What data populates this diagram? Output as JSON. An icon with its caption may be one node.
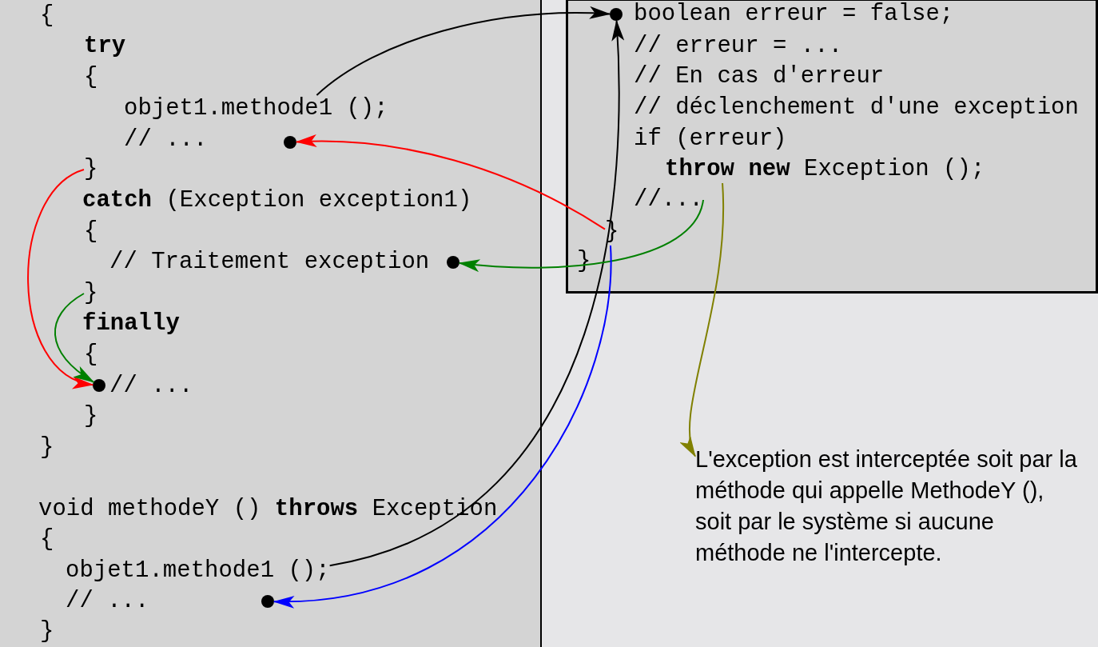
{
  "diagram": {
    "nodes": [
      {
        "text": [
          "objet1.methode1 ();"
        ]
      },
      {
        "text": [],
        "shape": "circle"
      },
      {
        "text": [
          "}"
        ]
      },
      {
        "text": [],
        "shape": "circle",
        "beside": [
          "// Traitement exception"
        ]
      },
      {
        "text": [
          "}"
        ]
      },
      {
        "text": [],
        "shape": "circle",
        "beside": [
          "// ..."
        ]
      },
      {
        "text": [
          "objet1.methode1 ();"
        ]
      },
      {
        "text": [],
        "shape": "circle"
      },
      {
        "text": [],
        "shape": "box"
      },
      {
        "text": [],
        "shape": "circle",
        "in": 8,
        "beside": [
          "boolean erreur = false;"
        ]
      },
      {
        "text": [
          "}"
        ],
        "in": 8
      },
      {
        "text": [
          "**throw new** Exception ();"
        ],
        "in": 8
      },
      {
        "text": [
          "//..."
        ],
        "in": 8
      },
      {
        "text": [
          "L'exception est interceptée soit par la méthode qui appelle MethodeY (), soit par le système si aucune méthode ne l'intercepte."
        ]
      }
    ],
    "edges": [
      {
        "from": 0,
        "to": 9,
        "arrow": "to"
      },
      {
        "from": 6,
        "to": 9,
        "arrow": "to"
      },
      {
        "from": 10,
        "to": 1,
        "arrow": "to",
        "color": "#ff0000"
      },
      {
        "from": 2,
        "to": 5,
        "arrow": "to",
        "color": "#ff0000"
      },
      {
        "from": 12,
        "to": 3,
        "arrow": "to",
        "color": "#008000"
      },
      {
        "from": 4,
        "to": 5,
        "arrow": "to",
        "color": "#008000"
      },
      {
        "from": 10,
        "to": 7,
        "arrow": "to",
        "color": "#0000ff"
      },
      {
        "from": 11,
        "to": 13,
        "arrow": "to",
        "color": "#808000"
      }
    ],
    "labels": [
      "{",
      "try",
      "{",
      "// ...",
      "**catch** (Exception exception1)",
      "{",
      "finally",
      "{",
      "}",
      "}",
      "void methodeY () **throws** Exception",
      "{",
      "// ...",
      "}",
      "// erreur = ...",
      "// En cas d'erreur",
      "// déclenchement d'une exception",
      "if (erreur)",
      "}"
    ]
  }
}
